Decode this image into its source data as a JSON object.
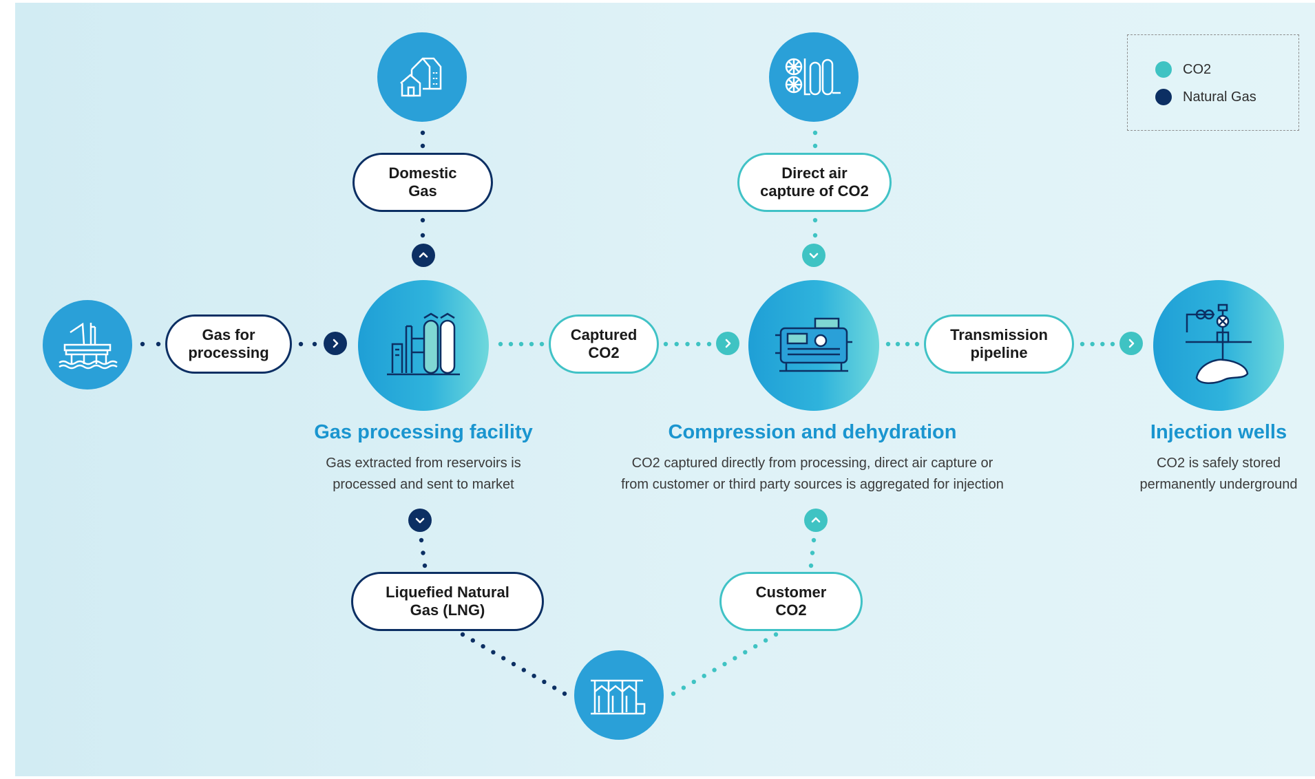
{
  "colors": {
    "co2": "#3fc3c3",
    "natural_gas": "#0c2f63",
    "accent_title": "#1a95cf",
    "icon_circle": "#2aa0d8"
  },
  "legend": {
    "co2_label": "CO2",
    "gas_label": "Natural Gas"
  },
  "pills": {
    "gas_for_processing": "Gas for\nprocessing",
    "domestic_gas": "Domestic\nGas",
    "lng": "Liquefied Natural\nGas (LNG)",
    "captured_co2": "Captured\nCO2",
    "direct_air_capture": "Direct air\ncapture of CO2",
    "customer_co2": "Customer\nCO2",
    "transmission_pipeline": "Transmission\npipeline"
  },
  "stages": {
    "gas_processing": {
      "title": "Gas processing facility",
      "description": "Gas extracted from reservoirs is\nprocessed and sent to market"
    },
    "compression": {
      "title": "Compression and dehydration",
      "description": "CO2 captured directly from processing, direct air capture or\nfrom customer or third party sources is aggregated for injection"
    },
    "injection": {
      "title": "Injection wells",
      "description": "CO2 is safely stored\npermanently underground"
    }
  },
  "icons": {
    "offshore": "offshore-platform-icon",
    "houses": "houses-icon",
    "plant": "processing-plant-icon",
    "dac": "direct-air-capture-icon",
    "compressor": "compressor-icon",
    "well": "injection-well-icon",
    "tanks": "storage-tanks-icon"
  }
}
